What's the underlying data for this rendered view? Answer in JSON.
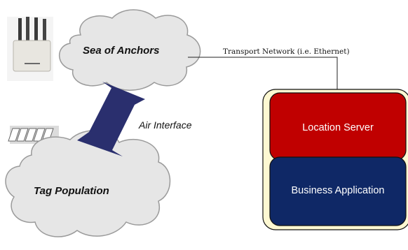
{
  "diagram": {
    "anchors_cloud": {
      "label": "Sea of Anchors"
    },
    "tags_cloud": {
      "label": "Tag Population"
    },
    "air_interface": {
      "label": "Air Interface"
    },
    "transport_link": {
      "label": "Transport Network (i.e. Ethernet)"
    },
    "server_stack": {
      "location_server": {
        "label": "Location Server"
      },
      "business_application": {
        "label": "Business Application"
      }
    }
  },
  "colors": {
    "cloud_fill": "#e6e6e6",
    "cloud_stroke": "#9a9a9a",
    "arrow": "#2a2f6e",
    "stack_background": "#fdf8d2",
    "location_server": "#c00000",
    "business_application": "#0f2866"
  },
  "icons": [
    "anchor-device-icon",
    "rfid-tag-cards-icon"
  ]
}
